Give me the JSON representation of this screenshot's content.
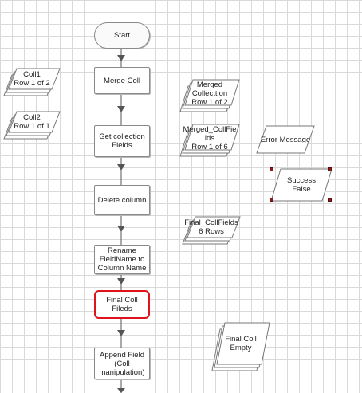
{
  "flow": {
    "start": "Start",
    "merge_coll": "Merge Coll",
    "get_collection_fields": "Get collection Fields",
    "delete_column": "Delete column",
    "rename_fieldname": "Rename FieldName to Column Name",
    "final_coll_fileds": "Final Coll Fileds",
    "append_field": "Append Field (Coll manipulation)"
  },
  "collections": {
    "coll1": "Coll1\nRow 1 of 2",
    "coll2": "Coll2\nRow 1 of 1",
    "merged_collection": "Merged\nCollecttion\nRow 1 of 2",
    "merged_collfields": "Merged_CollFie\nlds\nRow 1 of 6",
    "final_collfields": "Final_CollFields\n6 Rows",
    "final_coll": "Final Coll\nEmpty"
  },
  "data_items": {
    "error_message": "Error Message",
    "success": "Success\nFalse"
  },
  "colors": {
    "selection": "#e0121b",
    "grid": "#d9d9d9",
    "handle": "#8b1a1a"
  }
}
